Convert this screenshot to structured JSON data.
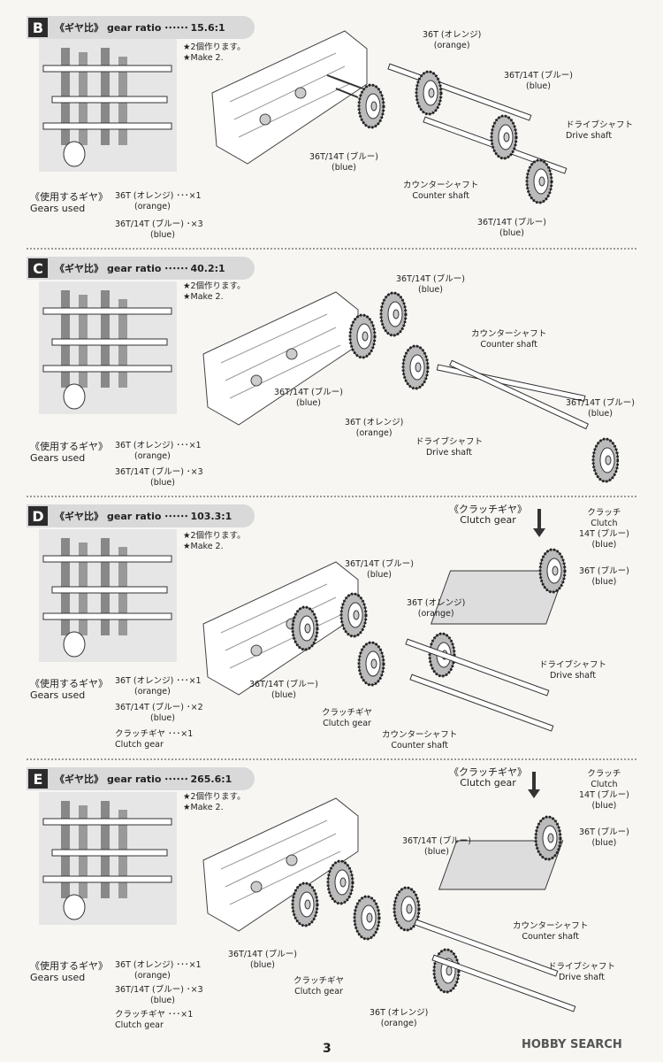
{
  "sections": [
    {
      "letter": "B",
      "ratio_jp": "《ギヤ比》",
      "ratio_en": "gear ratio",
      "dots": "･･････",
      "ratio_value": "15.6:1",
      "make_jp": "★2個作ります。",
      "make_en": "★Make 2.",
      "gears_title_jp": "《使用するギヤ》",
      "gears_title_en": "Gears used",
      "gears": [
        {
          "line1": "36T (オレンジ) ･･･×1",
          "line2": "(orange)"
        },
        {
          "line1": "36T/14T (ブルー) ･×3",
          "line2": "(blue)"
        }
      ],
      "labels": [
        {
          "jp": "36T (オレンジ)",
          "en": "(orange)"
        },
        {
          "jp": "36T/14T (ブルー)",
          "en": "(blue)"
        },
        {
          "jp": "ドライブシャフト",
          "en": "Drive shaft"
        },
        {
          "jp": "36T/14T (ブルー)",
          "en": "(blue)"
        },
        {
          "jp": "カウンターシャフト",
          "en": "Counter shaft"
        },
        {
          "jp": "36T/14T (ブルー)",
          "en": "(blue)"
        }
      ]
    },
    {
      "letter": "C",
      "ratio_jp": "《ギヤ比》",
      "ratio_en": "gear ratio",
      "dots": "･･････",
      "ratio_value": "40.2:1",
      "make_jp": "★2個作ります。",
      "make_en": "★Make 2.",
      "gears_title_jp": "《使用するギヤ》",
      "gears_title_en": "Gears used",
      "gears": [
        {
          "line1": "36T (オレンジ) ･･･×1",
          "line2": "(orange)"
        },
        {
          "line1": "36T/14T (ブルー) ･×3",
          "line2": "(blue)"
        }
      ],
      "labels": [
        {
          "jp": "36T/14T (ブルー)",
          "en": "(blue)"
        },
        {
          "jp": "カウンターシャフト",
          "en": "Counter shaft"
        },
        {
          "jp": "36T/14T (ブルー)",
          "en": "(blue)"
        },
        {
          "jp": "36T (オレンジ)",
          "en": "(orange)"
        },
        {
          "jp": "ドライブシャフト",
          "en": "Drive shaft"
        },
        {
          "jp": "36T/14T (ブルー)",
          "en": "(blue)"
        }
      ]
    },
    {
      "letter": "D",
      "ratio_jp": "《ギヤ比》",
      "ratio_en": "gear ratio",
      "dots": "･･････",
      "ratio_value": "103.3:1",
      "make_jp": "★2個作ります。",
      "make_en": "★Make 2.",
      "gears_title_jp": "《使用するギヤ》",
      "gears_title_en": "Gears used",
      "gears": [
        {
          "line1": "36T (オレンジ) ･･･×1",
          "line2": "(orange)"
        },
        {
          "line1": "36T/14T (ブルー) ･×2",
          "line2": "(blue)"
        },
        {
          "line1": "クラッチギヤ ･･･×1",
          "line2": "Clutch gear"
        }
      ],
      "clutch_title_jp": "《クラッチギヤ》",
      "clutch_title_en": "Clutch gear",
      "clutch_labels": [
        {
          "l1": "クラッチ",
          "l2": "Clutch",
          "l3": "14T (ブルー)",
          "l4": "(blue)"
        },
        {
          "l1": "36T (ブルー)",
          "l2": "(blue)"
        }
      ],
      "labels": [
        {
          "jp": "36T/14T (ブルー)",
          "en": "(blue)"
        },
        {
          "jp": "36T (オレンジ)",
          "en": "(orange)"
        },
        {
          "jp": "ドライブシャフト",
          "en": "Drive shaft"
        },
        {
          "jp": "36T/14T (ブルー)",
          "en": "(blue)"
        },
        {
          "jp": "クラッチギヤ",
          "en": "Clutch gear"
        },
        {
          "jp": "カウンターシャフト",
          "en": "Counter shaft"
        }
      ]
    },
    {
      "letter": "E",
      "ratio_jp": "《ギヤ比》",
      "ratio_en": "gear ratio",
      "dots": "･･････",
      "ratio_value": "265.6:1",
      "make_jp": "★2個作ります。",
      "make_en": "★Make 2.",
      "gears_title_jp": "《使用するギヤ》",
      "gears_title_en": "Gears used",
      "gears": [
        {
          "line1": "36T (オレンジ) ･･･×1",
          "line2": "(orange)"
        },
        {
          "line1": "36T/14T (ブルー) ･×3",
          "line2": "(blue)"
        },
        {
          "line1": "クラッチギヤ ･･･×1",
          "line2": "Clutch gear"
        }
      ],
      "clutch_title_jp": "《クラッチギヤ》",
      "clutch_title_en": "Clutch gear",
      "clutch_labels": [
        {
          "l1": "クラッチ",
          "l2": "Clutch",
          "l3": "14T (ブルー)",
          "l4": "(blue)"
        },
        {
          "l1": "36T (ブルー)",
          "l2": "(blue)"
        }
      ],
      "labels": [
        {
          "jp": "36T/14T (ブルー)",
          "en": "(blue)"
        },
        {
          "jp": "カウンターシャフト",
          "en": "Counter shaft"
        },
        {
          "jp": "ドライブシャフト",
          "en": "Drive shaft"
        },
        {
          "jp": "36T/14T (ブルー)",
          "en": "(blue)"
        },
        {
          "jp": "クラッチギヤ",
          "en": "Clutch gear"
        },
        {
          "jp": "36T (オレンジ)",
          "en": "(orange)"
        }
      ]
    }
  ],
  "page_number": "3",
  "watermark": "HOBBY SEARCH"
}
